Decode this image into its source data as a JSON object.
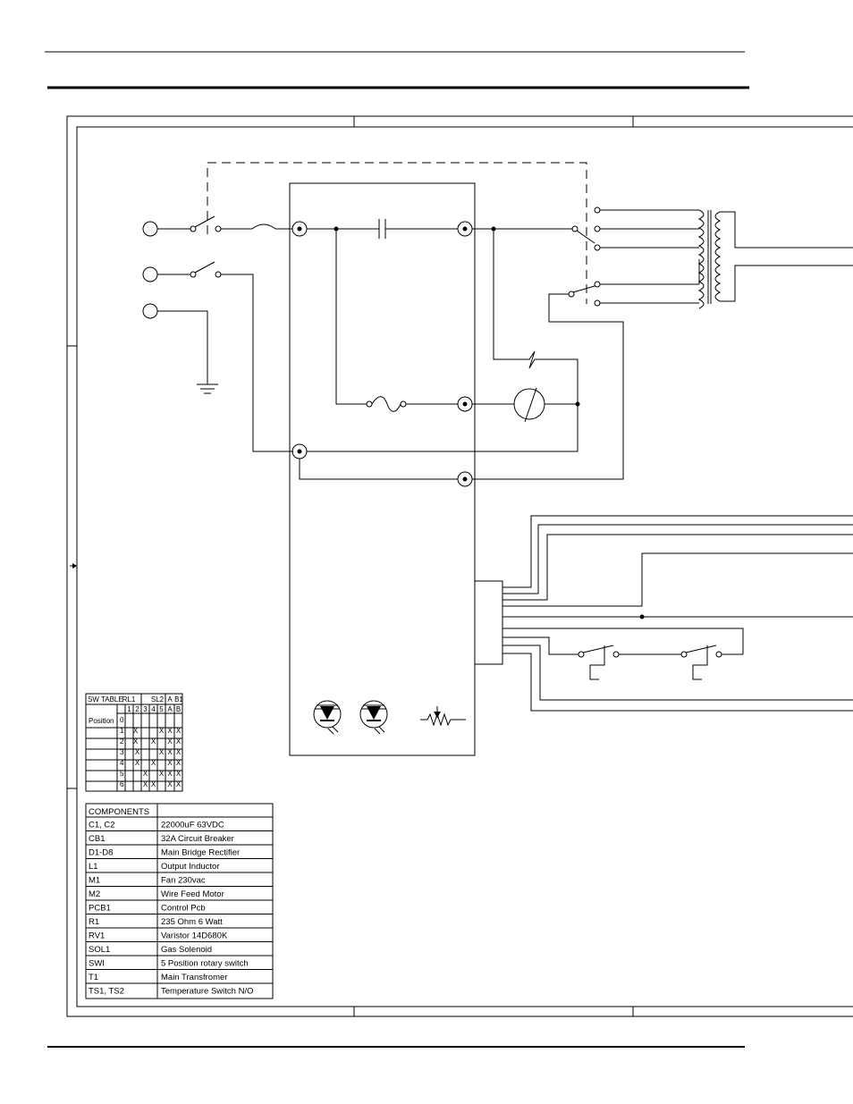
{
  "sw_table": {
    "header": [
      "SW TABLE",
      "RL1",
      "SL2",
      "A",
      "B1"
    ],
    "position_label": "Position",
    "columns": [
      "1",
      "2",
      "3",
      "4",
      "5",
      "A",
      "B"
    ],
    "rows": [
      {
        "pos": "0",
        "marks": [
          "",
          "",
          "",
          "",
          "",
          "",
          ""
        ]
      },
      {
        "pos": "1",
        "marks": [
          "X",
          "",
          "",
          "",
          "X",
          "X",
          "X"
        ]
      },
      {
        "pos": "2",
        "marks": [
          "X",
          "",
          "",
          "X",
          "",
          "X",
          "X"
        ]
      },
      {
        "pos": "3",
        "marks": [
          "",
          "X",
          "",
          "",
          "X",
          "X",
          "X"
        ]
      },
      {
        "pos": "4",
        "marks": [
          "",
          "X",
          "",
          "X",
          "",
          "X",
          "X"
        ]
      },
      {
        "pos": "5",
        "marks": [
          "",
          "",
          "X",
          "",
          "X",
          "X",
          "X"
        ]
      },
      {
        "pos": "6",
        "marks": [
          "",
          "",
          "X",
          "X",
          "",
          "X",
          "X"
        ]
      }
    ]
  },
  "components": {
    "title": "COMPONENTS",
    "rows": [
      {
        "ref": "C1, C2",
        "desc": "22000uF 63VDC"
      },
      {
        "ref": "CB1",
        "desc": "32A Circuit Breaker"
      },
      {
        "ref": "D1-D8",
        "desc": "Main Bridge Rectifier"
      },
      {
        "ref": "L1",
        "desc": "Output Inductor"
      },
      {
        "ref": "M1",
        "desc": "Fan 230vac"
      },
      {
        "ref": "M2",
        "desc": "Wire Feed Motor"
      },
      {
        "ref": "PCB1",
        "desc": "Control Pcb"
      },
      {
        "ref": "R1",
        "desc": "235 Ohm 6 Watt"
      },
      {
        "ref": "RV1",
        "desc": "Varistor  14D680K"
      },
      {
        "ref": "SOL1",
        "desc": "Gas Solenoid"
      },
      {
        "ref": "SWI",
        "desc": "5 Position rotary switch"
      },
      {
        "ref": "T1",
        "desc": "Main Transfromer"
      },
      {
        "ref": "TS1, TS2",
        "desc": "Temperature Switch N/O"
      }
    ]
  }
}
